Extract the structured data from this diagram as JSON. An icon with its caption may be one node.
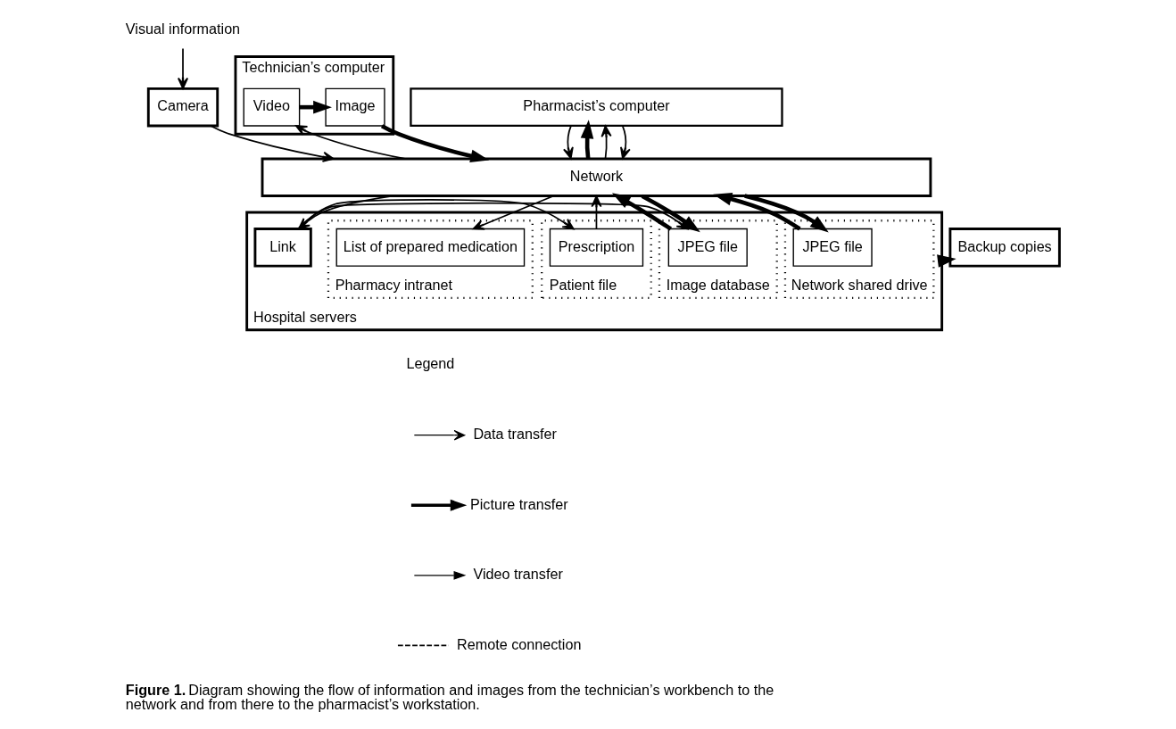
{
  "diagram": {
    "caption": "**Figure 1.** Diagram showing the flow of information and images from the technician’s workbench to the network and from there to the pharmacist’s workstation.",
    "nodes": [
      {
        "text": [
          "Visual information"
        ]
      },
      {
        "text": [
          "Camera"
        ]
      },
      {
        "text": [
          "Technician’s computer"
        ]
      },
      {
        "text": [
          "Video"
        ],
        "in": 2
      },
      {
        "text": [
          "Image"
        ],
        "in": 2
      },
      {
        "text": [
          "Pharmacist’s computer"
        ]
      },
      {
        "text": [
          "Network"
        ]
      },
      {
        "text": [
          "Hospital servers"
        ]
      },
      {
        "text": [
          "Network shared drive"
        ],
        "in": 7
      },
      {
        "text": [
          "JPEG file"
        ],
        "in": 8
      },
      {
        "text": [
          "Image database"
        ],
        "in": 7
      },
      {
        "text": [
          "JPEG file"
        ],
        "in": 10
      },
      {
        "text": [
          "Patient file"
        ],
        "in": 7
      },
      {
        "text": [
          "Link"
        ],
        "in": 7
      },
      {
        "text": [
          "Prescription"
        ],
        "in": 12
      },
      {
        "text": [
          "Pharmacy intranet"
        ],
        "in": 7
      },
      {
        "text": [
          "List of prepared medication"
        ],
        "in": 15
      },
      {
        "text": [
          "Backup copies"
        ]
      }
    ],
    "edges": [
      {
        "from": 0,
        "to": 1,
        "arrow": "to"
      },
      {
        "from": 1,
        "to": 6,
        "arrow": "to"
      },
      {
        "from": 6,
        "to": 3,
        "arrow": "to"
      },
      {
        "from": 3,
        "to": 4,
        "arrow": "to",
        "style": "thick"
      },
      {
        "from": 4,
        "to": 6,
        "arrow": "to",
        "style": "thick"
      },
      {
        "from": 6,
        "to": 9,
        "arrow": "to",
        "style": "thick"
      },
      {
        "from": 9,
        "to": 6,
        "arrow": "to",
        "style": "thick"
      },
      {
        "from": 6,
        "to": 11,
        "arrow": "to",
        "style": "thick"
      },
      {
        "from": 11,
        "to": 6,
        "arrow": "to",
        "style": "thick"
      },
      {
        "from": 6,
        "to": 5,
        "arrow": "to",
        "style": "thick"
      },
      {
        "from": 5,
        "to": 6,
        "arrow": "to"
      },
      {
        "from": 6,
        "to": 13,
        "arrow": "to"
      },
      {
        "from": 14,
        "to": 6,
        "arrow": "to"
      },
      {
        "from": 6,
        "to": 5,
        "arrow": "to"
      },
      {
        "from": 5,
        "to": 6,
        "arrow": "to"
      },
      {
        "from": 6,
        "to": 16,
        "arrow": "to"
      },
      {
        "from": 13,
        "to": 11,
        "arrow": "to"
      },
      {
        "from": 13,
        "to": 14,
        "arrow": "to"
      },
      {
        "from": 7,
        "to": 17,
        "arrow": "to",
        "style": "thick"
      }
    ],
    "labels": [
      "Legend"
    ],
    "legend": [
      {
        "text": "Data transfer"
      },
      {
        "text": "Picture transfer"
      },
      {
        "text": "Video transfer"
      },
      {
        "text": "Remote connection"
      }
    ]
  }
}
